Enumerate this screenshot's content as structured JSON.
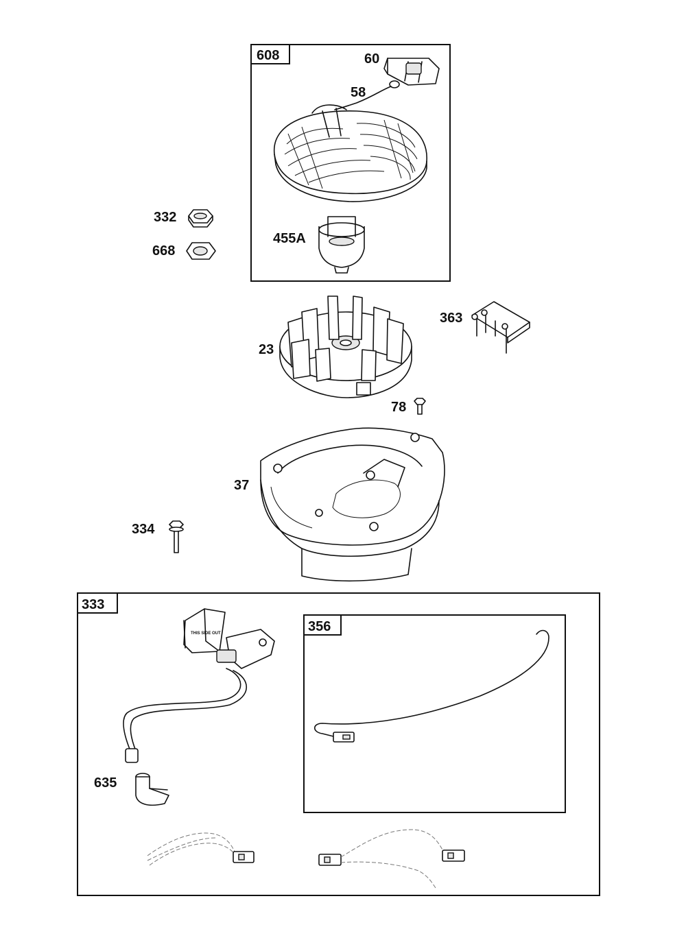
{
  "labels": {
    "p608": "608",
    "p60": "60",
    "p58": "58",
    "p332": "332",
    "p668": "668",
    "p455a": "455A",
    "p363": "363",
    "p23": "23",
    "p78": "78",
    "p37": "37",
    "p334": "334",
    "p333": "333",
    "p356": "356",
    "p635": "635",
    "coil_marking": "THIS SIDE OUT"
  },
  "parts": [
    {
      "id": "608",
      "name": "recoil starter assembly",
      "icon": "recoil-starter-icon"
    },
    {
      "id": "60",
      "name": "starter handle",
      "icon": "handle-icon"
    },
    {
      "id": "58",
      "name": "starter rope",
      "icon": "rope-icon"
    },
    {
      "id": "332",
      "name": "nut",
      "icon": "hex-nut-icon"
    },
    {
      "id": "668",
      "name": "washer",
      "icon": "washer-icon"
    },
    {
      "id": "455A",
      "name": "starter cup",
      "icon": "starter-cup-icon"
    },
    {
      "id": "363",
      "name": "bracket",
      "icon": "bracket-icon"
    },
    {
      "id": "23",
      "name": "flywheel",
      "icon": "flywheel-icon"
    },
    {
      "id": "78",
      "name": "screw",
      "icon": "screw-icon"
    },
    {
      "id": "37",
      "name": "blower housing",
      "icon": "blower-housing-icon"
    },
    {
      "id": "334",
      "name": "bolt",
      "icon": "bolt-icon"
    },
    {
      "id": "333",
      "name": "ignition armature kit",
      "icon": "ignition-coil-icon"
    },
    {
      "id": "356",
      "name": "ground wire",
      "icon": "ground-wire-icon"
    },
    {
      "id": "635",
      "name": "spark plug boot",
      "icon": "spark-plug-boot-icon"
    }
  ]
}
